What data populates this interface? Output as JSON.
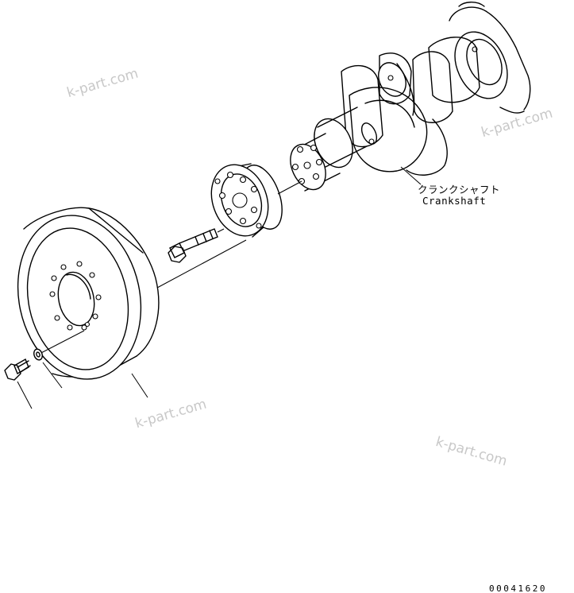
{
  "labels": {
    "crankshaft_jp": "クランクシャフト",
    "crankshaft_en": "Crankshaft"
  },
  "watermarks": [
    "k-part.com",
    "k-part.com",
    "k-part.com",
    "k-part.com"
  ],
  "figure_code": "00041620"
}
